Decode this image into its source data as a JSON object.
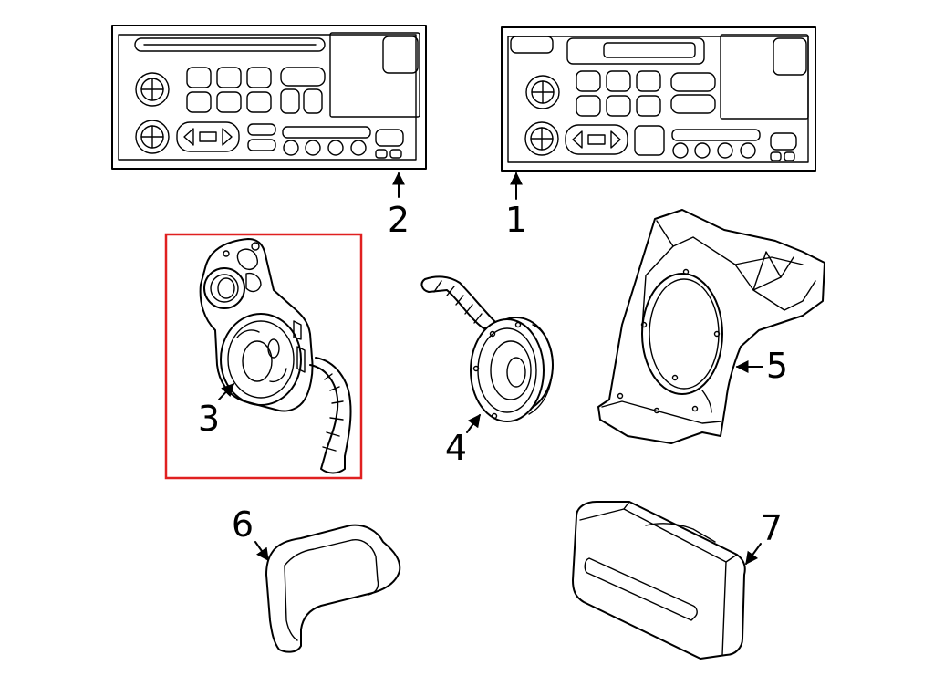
{
  "diagram": {
    "highlight_color": "#e02020",
    "line_color": "#000000",
    "callouts": [
      {
        "id": "1",
        "label": "1",
        "part": "radio-receiver-right"
      },
      {
        "id": "2",
        "label": "2",
        "part": "radio-receiver-left"
      },
      {
        "id": "3",
        "label": "3",
        "part": "front-speaker-bracket",
        "highlighted": true
      },
      {
        "id": "4",
        "label": "4",
        "part": "speaker"
      },
      {
        "id": "5",
        "label": "5",
        "part": "speaker-enclosure"
      },
      {
        "id": "6",
        "label": "6",
        "part": "cover-panel"
      },
      {
        "id": "7",
        "label": "7",
        "part": "amplifier-module"
      }
    ]
  }
}
